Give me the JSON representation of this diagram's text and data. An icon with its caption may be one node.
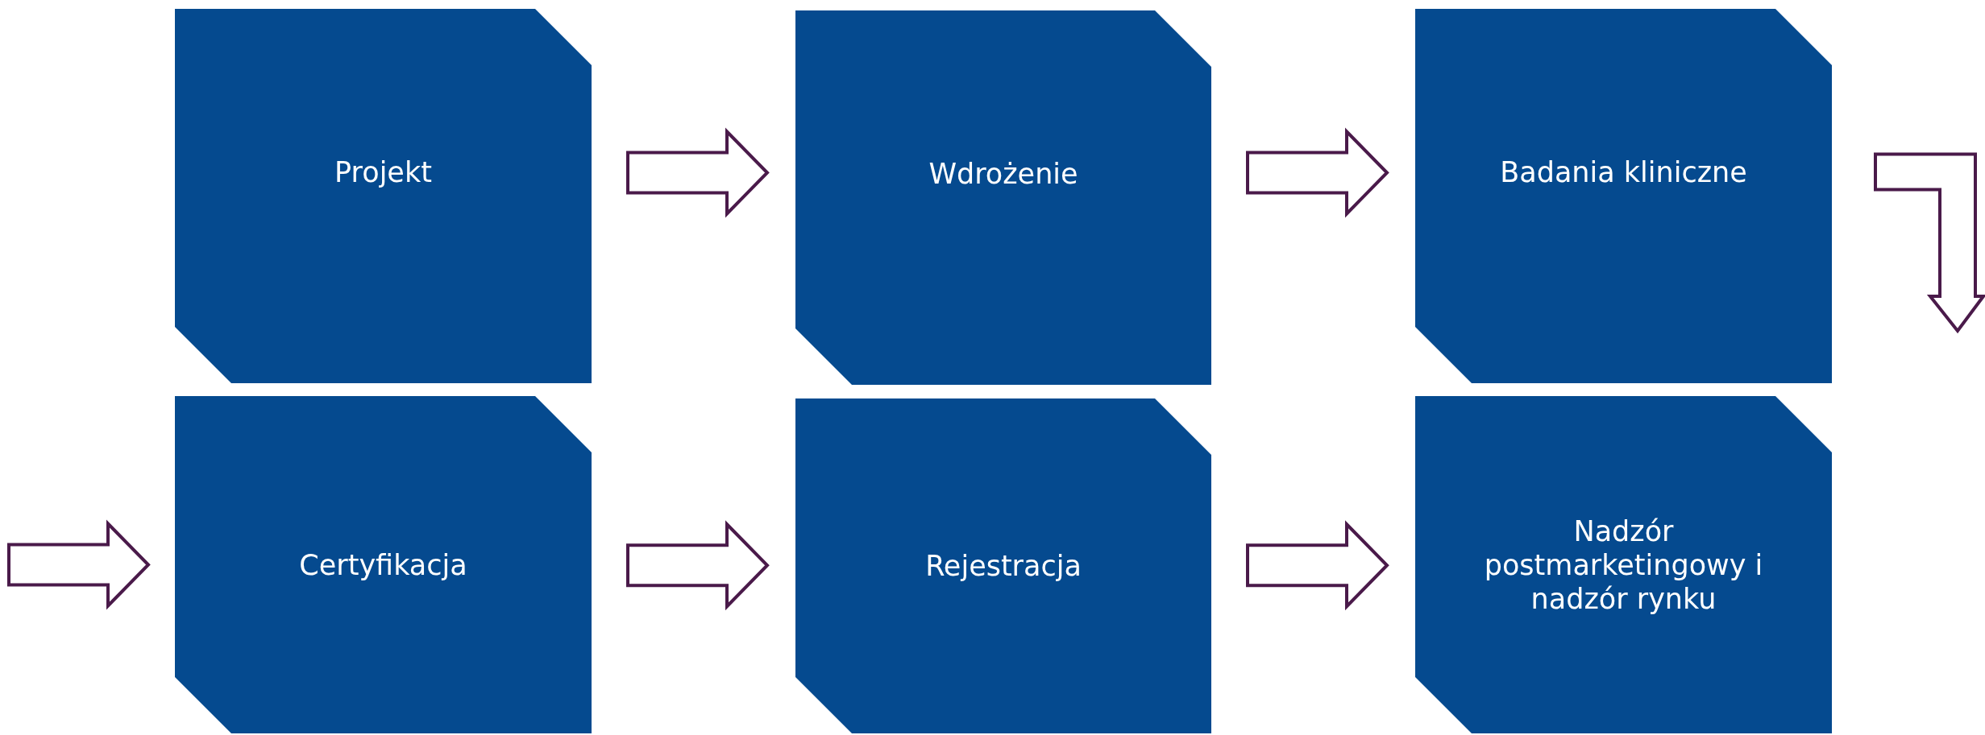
{
  "diagram": {
    "nodes": [
      {
        "text": [
          "Projekt"
        ]
      },
      {
        "text": [
          "Wdrożenie"
        ]
      },
      {
        "text": [
          "Badania kliniczne"
        ]
      },
      {
        "text": [
          "Certyfikacja"
        ]
      },
      {
        "text": [
          "Rejestracja"
        ]
      },
      {
        "text": [
          "Nadzór postmarketingowy i nadzór rynku"
        ]
      }
    ],
    "edges": [
      {
        "from": 0,
        "to": 1,
        "arrow": "to"
      },
      {
        "from": 1,
        "to": 2,
        "arrow": "to"
      },
      {
        "from": 2,
        "to": null,
        "arrow": "to"
      },
      {
        "from": null,
        "to": 3,
        "arrow": "to"
      },
      {
        "from": 3,
        "to": 4,
        "arrow": "to"
      },
      {
        "from": 4,
        "to": 5,
        "arrow": "to"
      }
    ]
  }
}
